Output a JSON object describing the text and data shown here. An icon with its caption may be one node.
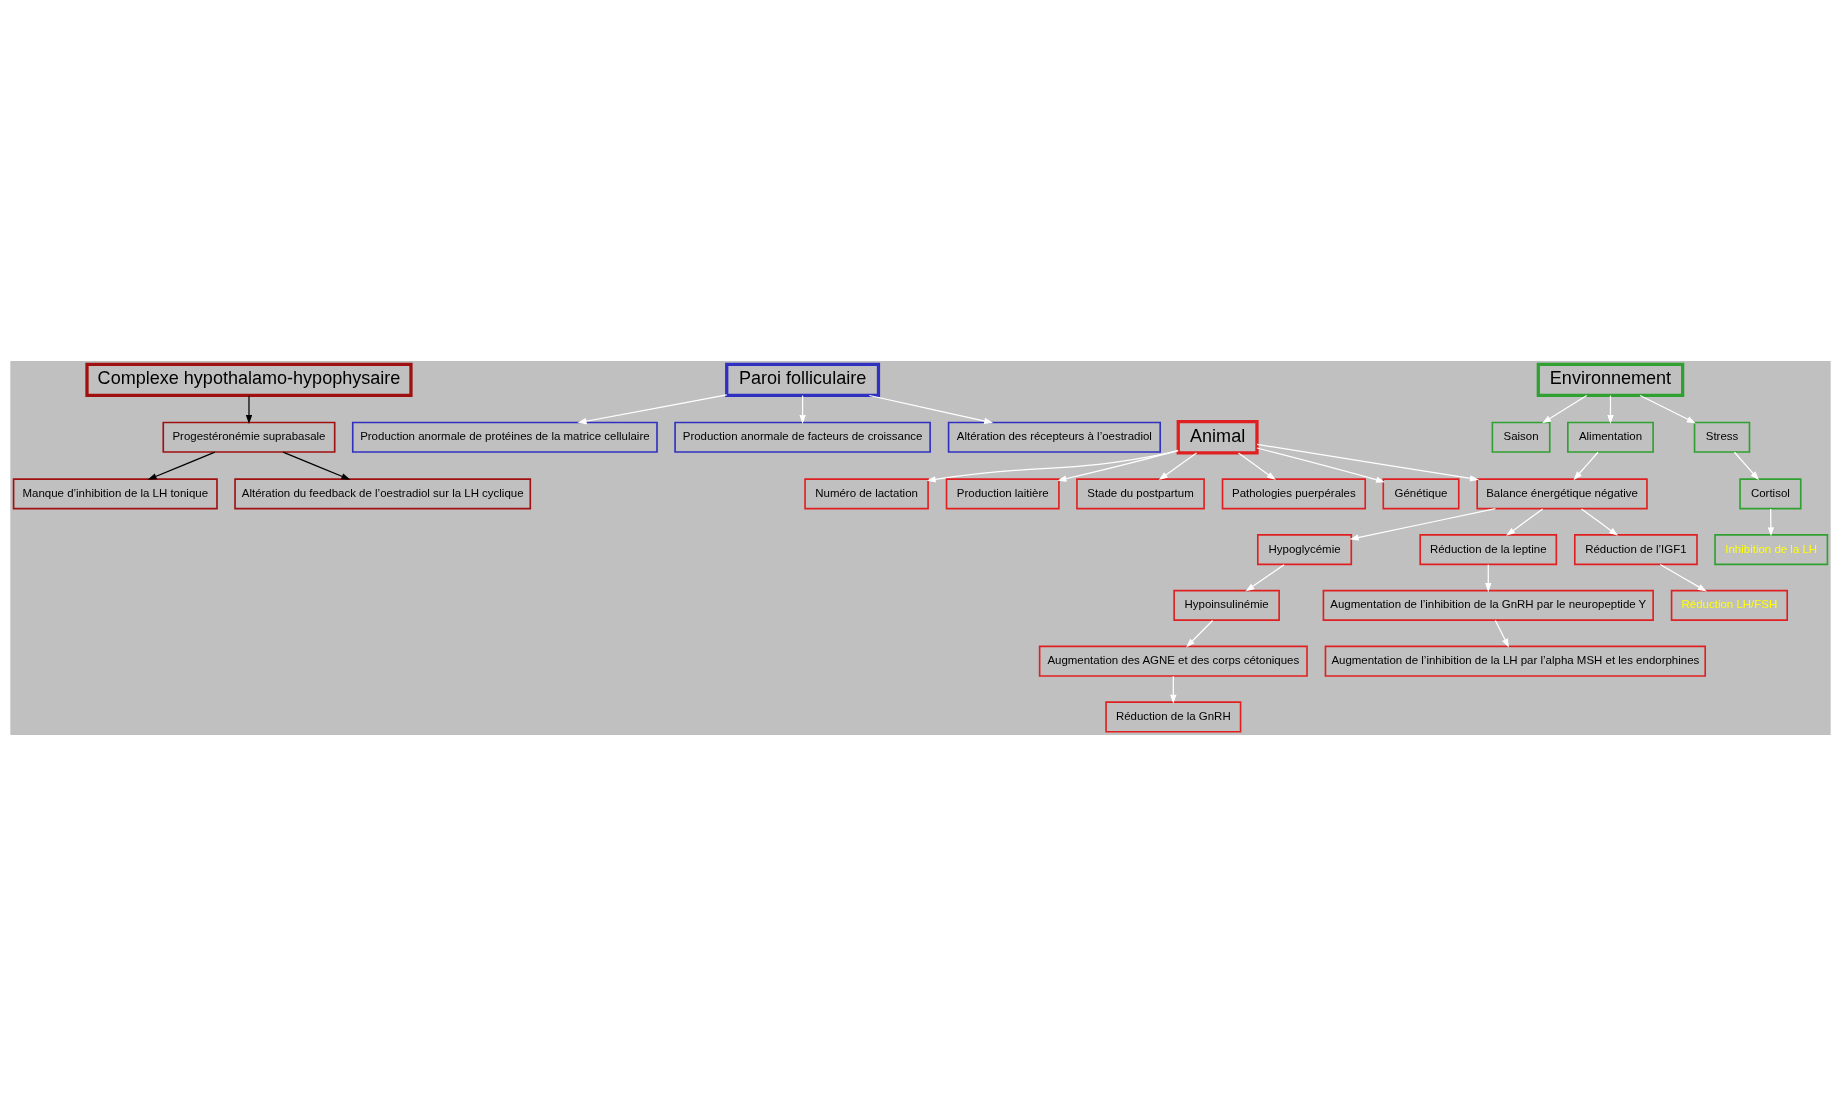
{
  "diagram": {
    "nodes": [
      {
        "text": [
          "Complexe hypothalamo-hypophysaire"
        ]
      },
      {
        "text": [
          "Progestéronémie suprabasale"
        ]
      },
      {
        "text": [
          "Manque d’inhibition de la LH tonique"
        ]
      },
      {
        "text": [
          "Altération du feedback de l’oestradiol sur la LH cyclique"
        ]
      },
      {
        "text": [
          "Paroi folliculaire"
        ]
      },
      {
        "text": [
          "Production anormale de protéines de la matrice cellulaire"
        ]
      },
      {
        "text": [
          "Production anormale de facteurs de croissance"
        ]
      },
      {
        "text": [
          "Altération des récepteurs à l’oestradiol"
        ]
      },
      {
        "text": [
          "Animal"
        ]
      },
      {
        "text": [
          "Numéro de lactation"
        ]
      },
      {
        "text": [
          "Production laitière"
        ]
      },
      {
        "text": [
          "Stade du postpartum"
        ]
      },
      {
        "text": [
          "Pathologies puerpérales"
        ]
      },
      {
        "text": [
          "Génétique"
        ]
      },
      {
        "text": [
          "Environnement"
        ]
      },
      {
        "text": [
          "Saison"
        ]
      },
      {
        "text": [
          "Stress"
        ]
      },
      {
        "text": [
          "Cortisol"
        ]
      },
      {
        "text": [
          "Inhibition de la LH"
        ]
      },
      {
        "text": [
          "Balance énergétique négative"
        ]
      },
      {
        "text": [
          "Alimentation"
        ]
      },
      {
        "text": [
          "Hypoinsulinémie"
        ]
      },
      {
        "text": [
          "Hypoglycémie"
        ]
      },
      {
        "text": [
          "Réduction de la leptine"
        ]
      },
      {
        "text": [
          "Réduction de l’IGF1"
        ]
      },
      {
        "text": [
          "Augmentation des AGNE et des corps cétoniques"
        ]
      },
      {
        "text": [
          "Augmentation de l’inhibition de la GnRH par le neuropeptide Y"
        ]
      },
      {
        "text": [
          "Réduction LH/FSH"
        ]
      },
      {
        "text": [
          "Réduction de la GnRH"
        ]
      },
      {
        "text": [
          "Augmentation de l’inhibition de la LH par l’alpha MSH et les endorphines"
        ]
      }
    ],
    "edges": [
      {
        "from": 0,
        "to": 1,
        "arrow": "to",
        "color": "#000000"
      },
      {
        "from": 1,
        "to": 2,
        "arrow": "to",
        "color": "#000000"
      },
      {
        "from": 1,
        "to": 3,
        "arrow": "to",
        "color": "#000000"
      },
      {
        "from": 4,
        "to": 5,
        "arrow": "to"
      },
      {
        "from": 4,
        "to": 6,
        "arrow": "to"
      },
      {
        "from": 4,
        "to": 7,
        "arrow": "to"
      },
      {
        "from": 8,
        "to": 9,
        "arrow": "to"
      },
      {
        "from": 8,
        "to": 10,
        "arrow": "to"
      },
      {
        "from": 8,
        "to": 11,
        "arrow": "to"
      },
      {
        "from": 8,
        "to": 12,
        "arrow": "to"
      },
      {
        "from": 8,
        "to": 13,
        "arrow": "to"
      },
      {
        "from": 8,
        "to": 19,
        "arrow": "to"
      },
      {
        "from": 14,
        "to": 15,
        "arrow": "to"
      },
      {
        "from": 14,
        "to": 16,
        "arrow": "to"
      },
      {
        "from": 16,
        "to": 17,
        "arrow": "to"
      },
      {
        "from": 17,
        "to": 18,
        "arrow": "to"
      },
      {
        "from": 14,
        "to": 20,
        "arrow": "to"
      },
      {
        "from": 20,
        "to": 19,
        "arrow": "to"
      },
      {
        "from": 19,
        "to": 22,
        "arrow": "to"
      },
      {
        "from": 19,
        "to": 23,
        "arrow": "to"
      },
      {
        "from": 19,
        "to": 24,
        "arrow": "to"
      },
      {
        "from": 22,
        "to": 21,
        "arrow": "to"
      },
      {
        "from": 21,
        "to": 25,
        "arrow": "to"
      },
      {
        "from": 25,
        "to": 28,
        "arrow": "to"
      },
      {
        "from": 23,
        "to": 26,
        "arrow": "to"
      },
      {
        "from": 26,
        "to": 29,
        "arrow": "to"
      },
      {
        "from": 24,
        "to": 27,
        "arrow": "to"
      }
    ]
  }
}
